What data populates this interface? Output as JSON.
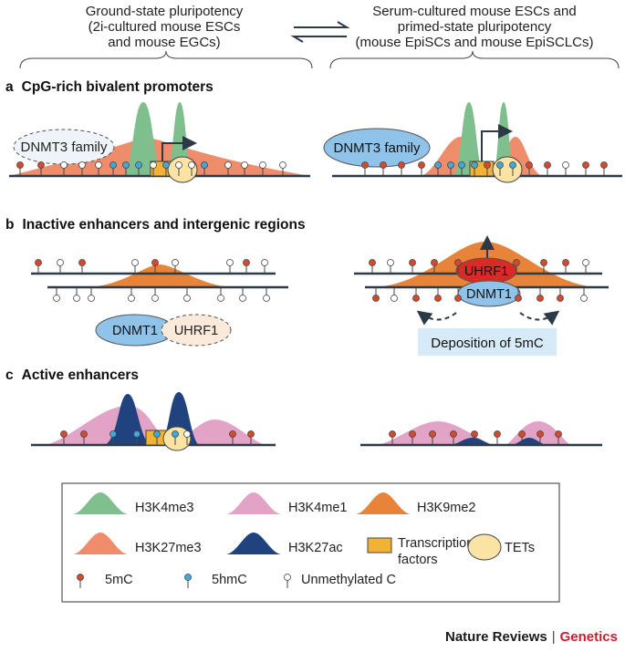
{
  "header": {
    "left": [
      "Ground-state pluripotency",
      "(2i-cultured mouse ESCs",
      "and mouse EGCs)"
    ],
    "right": [
      "Serum-cultured mouse ESCs and",
      "primed-state pluripotency",
      "(mouse EpiSCs and mouse EpiSCLCs)"
    ]
  },
  "sections": {
    "a": {
      "letter": "a",
      "title": "CpG-rich bivalent promoters"
    },
    "b": {
      "letter": "b",
      "title": "Inactive enhancers and intergenic regions"
    },
    "c": {
      "letter": "c",
      "title": "Active enhancers"
    }
  },
  "bubbles": {
    "dnmt3_left": "DNMT3 family",
    "dnmt3_right": "DNMT3 family",
    "dnmt1_left": "DNMT1",
    "uhrf1_left": "UHRF1",
    "uhrf1_right": "UHRF1",
    "dnmt1_right": "DNMT1"
  },
  "deposition_label": "Deposition of 5mC",
  "legend": {
    "h3k4me3": "H3K4me3",
    "h3k4me1": "H3K4me1",
    "h3k9me2": "H3K9me2",
    "h3k27me3": "H3K27me3",
    "h3k27ac": "H3K27ac",
    "tf": [
      "Transcription",
      "factors"
    ],
    "tets": "TETs",
    "mc5": "5mC",
    "hmc5": "5hmC",
    "unmeth": "Unmethylated C"
  },
  "credit": {
    "journal": "Nature Reviews",
    "field": "Genetics"
  },
  "colors": {
    "h3k4me3": "#7fbf8e",
    "h3k4me1": "#e2a3c7",
    "h3k9me2": "#e8843a",
    "h3k27me3": "#ee8c6c",
    "h3k27ac": "#20437f",
    "tf": "#f2b233",
    "tets": "#fbe3a6",
    "mc5": "#d64a2c",
    "hmc5": "#3fa9de",
    "dnmt": "#8fc3ea",
    "uhrf1": "#d92b26",
    "deposition_box": "#d6ebf7"
  }
}
